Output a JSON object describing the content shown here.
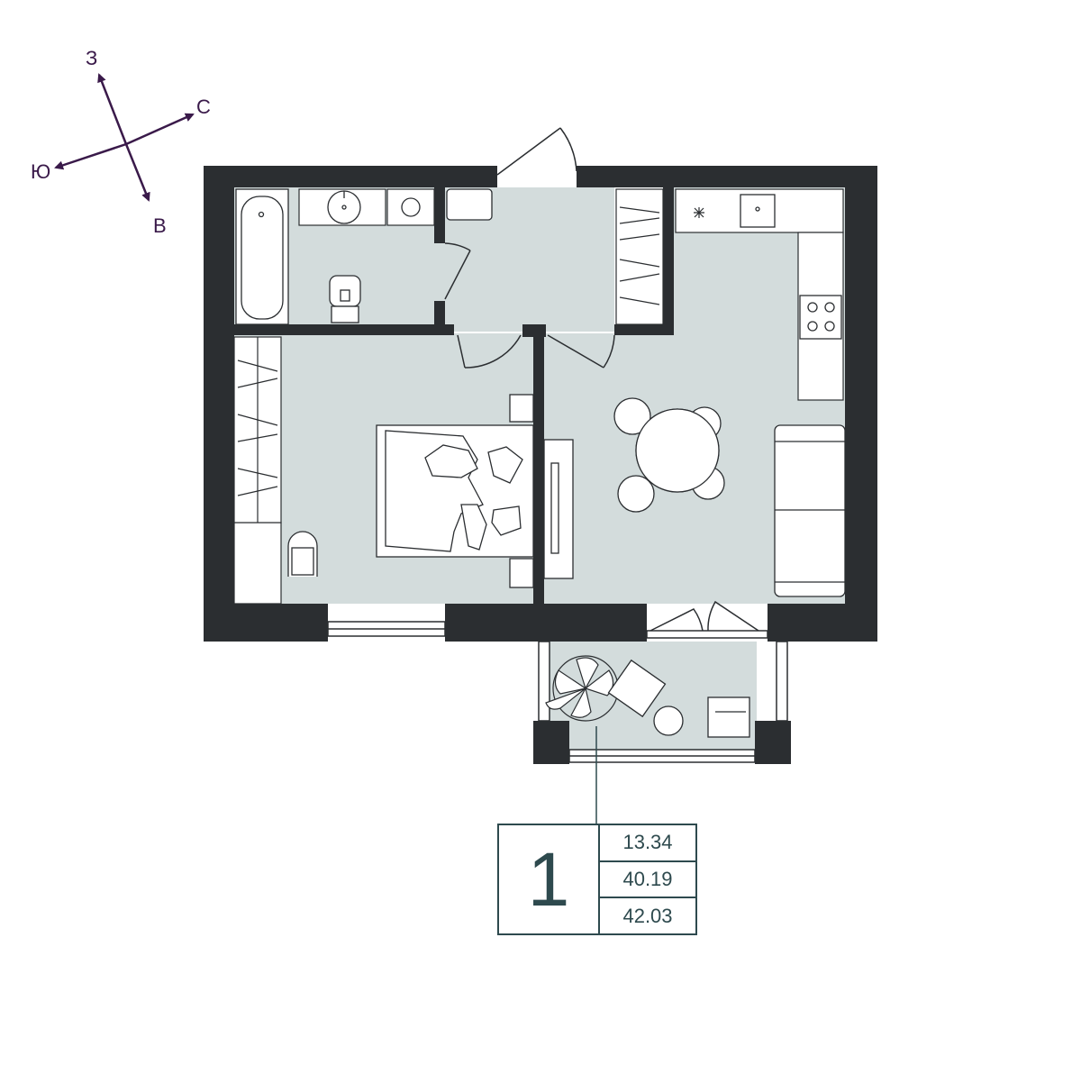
{
  "compass": {
    "north": "С",
    "south": "Ю",
    "east": "В",
    "west": "З"
  },
  "apartment": {
    "rooms": "1",
    "areas": [
      "13.34",
      "40.19",
      "42.03"
    ]
  },
  "colors": {
    "wall": "#2b2e31",
    "floor": "#d3dcdc",
    "line": "#2b2e31",
    "compass": "#3a1a4a",
    "label": "#2e4a4e"
  },
  "icons": [
    "compass-icon",
    "bathtub-icon",
    "sink-icon",
    "washing-machine-icon",
    "toilet-icon",
    "wardrobe-icon",
    "bed-icon",
    "chair-icon",
    "tv-icon",
    "dining-table-icon",
    "sofa-icon",
    "stove-icon",
    "kitchen-sink-icon",
    "plant-icon",
    "armchair-icon",
    "door-icon",
    "window-icon"
  ]
}
